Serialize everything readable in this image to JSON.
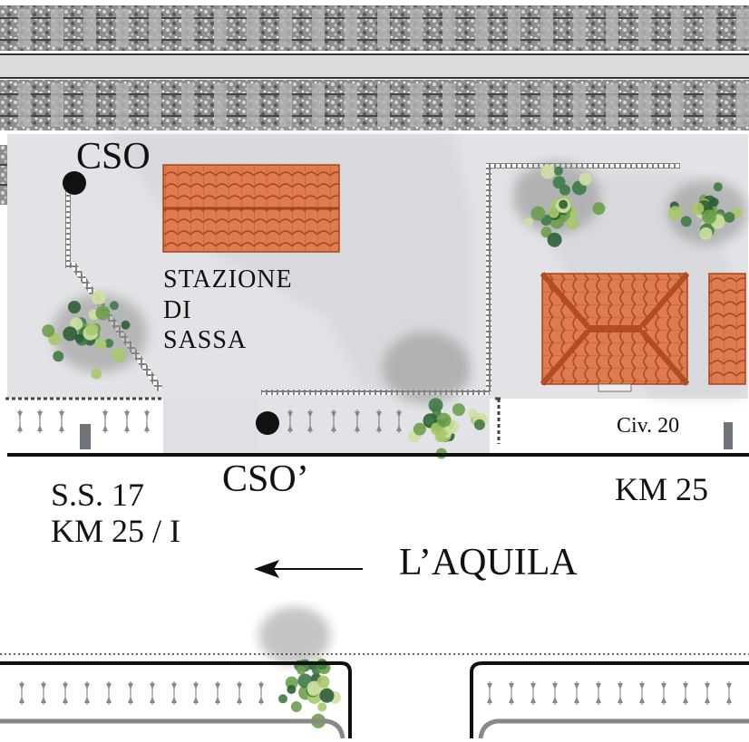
{
  "map": {
    "station_lines": [
      "STAZIONE",
      "DI",
      "SASSA"
    ],
    "labels": {
      "cso": "CSO",
      "cso_prime": "CSO’",
      "civ": "Civ. 20",
      "km25": "KM 25",
      "ss17": "S.S. 17",
      "km25i": "KM 25 / I",
      "direction": "L’AQUILA"
    },
    "colors": {
      "roof": "#e07a4f",
      "roof_line": "#a8451f",
      "yard": "#e2e3e6",
      "ballast": "#9a9a9a",
      "rail": "#555555",
      "tree_light": "#a9c86a",
      "tree_dark": "#3f7b46",
      "marker": "#111111"
    }
  }
}
